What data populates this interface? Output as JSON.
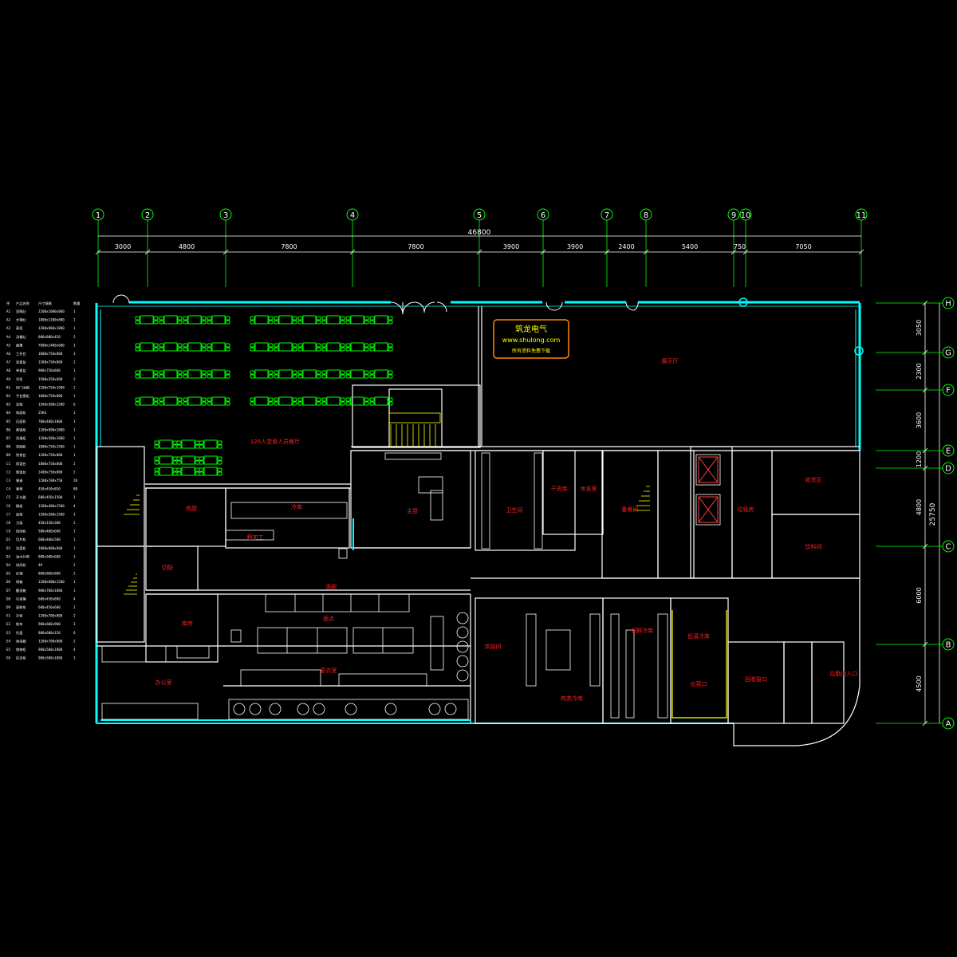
{
  "grid_top": {
    "labels": [
      "1",
      "2",
      "3",
      "4",
      "5",
      "6",
      "7",
      "8",
      "9",
      "10",
      "11"
    ],
    "total_dimension": "46800",
    "spacings": [
      "3000",
      "4800",
      "7800",
      "7800",
      "3900",
      "3900",
      "2400",
      "5400",
      "750",
      "7050"
    ]
  },
  "grid_right": {
    "labels": [
      "H",
      "G",
      "F",
      "E",
      "D",
      "C",
      "B",
      "A"
    ],
    "total_dimension": "25750",
    "spacings": [
      "3050",
      "2300",
      "3600",
      "1200",
      "4800",
      "6000",
      "4500"
    ]
  },
  "rooms": {
    "dining_hall": "126人堂食人员餐厅",
    "lobby": "展示厅",
    "main_kitchen": "热厨",
    "cold_room": "冷库",
    "veg_prep": "粗加工",
    "cook_line": "主厨",
    "meat_prep": "切配",
    "wash": "洗碗",
    "noodle": "面点",
    "storage": "库房",
    "office": "办公室",
    "changing": "更衣室",
    "toilet": "卫生间",
    "dry_store": "干货库",
    "staff_room": "休息室",
    "pantry": "备餐间",
    "garbage": "垃圾房",
    "entrance": "后勤出入口",
    "fresh_cold": "保鲜冷库",
    "frozen_cold": "低温冷库",
    "receiving": "收货区",
    "meat_cold": "肉类冷库",
    "beverage": "饮料间",
    "bakery": "烘焙间",
    "servery": "出菜口",
    "return_window": "回收窗口"
  },
  "logo": {
    "title": "筑龙电气",
    "url": "www.shulong.com",
    "tagline": "所有资料免费下载"
  },
  "legend_header": [
    "序",
    "产品名称",
    "尺寸规格",
    "数量"
  ],
  "legend_rows": [
    [
      "A1",
      "双眼灶",
      "2200x1000x800",
      "1"
    ],
    [
      "A2",
      "大锅灶",
      "1800x1100x800",
      "2"
    ],
    [
      "A3",
      "蒸柜",
      "1200x900x1800",
      "1"
    ],
    [
      "A4",
      "汤桶灶",
      "800x800x450",
      "2"
    ],
    [
      "A5",
      "烟罩",
      "7800x1400x600",
      "1"
    ],
    [
      "A6",
      "工作台",
      "1800x750x800",
      "3"
    ],
    [
      "A7",
      "双星盆",
      "1500x750x800",
      "2"
    ],
    [
      "A8",
      "单星盆",
      "900x750x800",
      "1"
    ],
    [
      "A9",
      "吊柜",
      "1500x350x600",
      "2"
    ],
    [
      "B1",
      "四门冰箱",
      "1200x750x1900",
      "2"
    ],
    [
      "B2",
      "平台雪柜",
      "1800x750x800",
      "1"
    ],
    [
      "B3",
      "货架",
      "1500x500x1500",
      "6"
    ],
    [
      "B4",
      "和面机",
      "25KG",
      "1"
    ],
    [
      "B5",
      "压面机",
      "700x400x1000",
      "1"
    ],
    [
      "B6",
      "蒸饭柜",
      "1200x900x1800",
      "1"
    ],
    [
      "B7",
      "消毒柜",
      "1200x500x1800",
      "1"
    ],
    [
      "B8",
      "洗碗机",
      "1800x750x1500",
      "1"
    ],
    [
      "B9",
      "残食台",
      "1200x750x800",
      "1"
    ],
    [
      "C1",
      "保温台",
      "1800x750x800",
      "2"
    ],
    [
      "C2",
      "售饭台",
      "2400x750x800",
      "2"
    ],
    [
      "C3",
      "餐桌",
      "1200x700x750",
      "20"
    ],
    [
      "C4",
      "餐椅",
      "450x450x850",
      "80"
    ],
    [
      "C5",
      "开水器",
      "600x450x1500",
      "1"
    ],
    [
      "C6",
      "搁架",
      "1200x400x1500",
      "4"
    ],
    [
      "C7",
      "层架",
      "1500x500x1500",
      "3"
    ],
    [
      "C8",
      "刀架",
      "450x150x300",
      "2"
    ],
    [
      "C9",
      "绞肉机",
      "500x400x600",
      "1"
    ],
    [
      "D1",
      "切片机",
      "600x400x500",
      "1"
    ],
    [
      "D2",
      "洗菜机",
      "1800x800x900",
      "1"
    ],
    [
      "D3",
      "油水分离",
      "800x500x600",
      "1"
    ],
    [
      "D4",
      "排风机",
      "4#",
      "2"
    ],
    [
      "D5",
      "炒锅",
      "800x800x800",
      "2"
    ],
    [
      "D6",
      "烤箱",
      "1200x800x1500",
      "1"
    ],
    [
      "D7",
      "醒发箱",
      "900x700x1800",
      "1"
    ],
    [
      "D8",
      "垃圾桶",
      "600x450x800",
      "4"
    ],
    [
      "D9",
      "面粉车",
      "600x450x600",
      "2"
    ],
    [
      "E1",
      "冷柜",
      "1200x700x800",
      "2"
    ],
    [
      "E2",
      "推车",
      "900x600x900",
      "3"
    ],
    [
      "E3",
      "托盘",
      "800x600x150",
      "6"
    ],
    [
      "E4",
      "淋浴器",
      "1200x700x800",
      "2"
    ],
    [
      "E5",
      "储物柜",
      "900x500x1800",
      "4"
    ],
    [
      "E6",
      "挂衣柜",
      "900x500x1800",
      "3"
    ]
  ],
  "colors": {
    "background": "#000000",
    "wall": "#ffffff",
    "glazing": "#00ffff",
    "furniture": "#00ff00",
    "room_label": "#ff2020",
    "stair": "#ffff00",
    "grid_line": "#00ff00",
    "logo_border": "#ff8800",
    "logo_text": "#ffff00"
  }
}
